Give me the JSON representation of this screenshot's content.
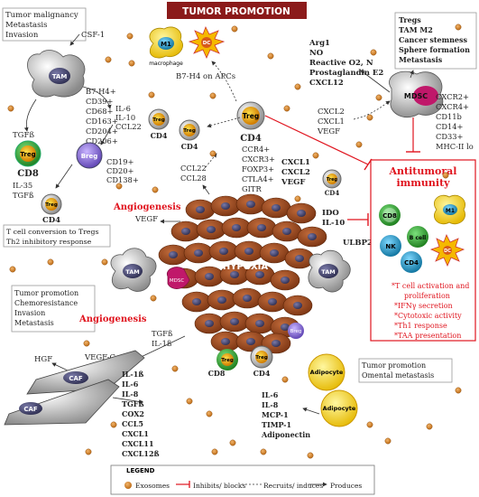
{
  "title": "TUMOR PROMOTION",
  "tam_box": [
    "Tumor malignancy",
    "Metastasis",
    "Invasion"
  ],
  "csf1": "CSF-1",
  "tam_label": "TAM",
  "tam_markers": [
    "B7-H4+",
    "CD39+",
    "CD68+",
    "CD163+",
    "CD204+",
    "CD206+"
  ],
  "tgfb_left": "TGFß",
  "treg": "Treg",
  "cd8": "CD8",
  "cd4": "CD4",
  "breg": "Breg",
  "breg_cytokines": [
    "IL-6",
    "IL-10",
    "CCL22"
  ],
  "breg_markers": [
    "CD19+",
    "CD20+",
    "CD138+"
  ],
  "il35": [
    "IL-35",
    "TGFß"
  ],
  "tcell_box": [
    "T cell conversion to Tregs",
    "Th2 inhibitory response"
  ],
  "m1_macrophage": [
    "M1",
    "macrophage"
  ],
  "dc": "DC",
  "b7h4_apc": "B7-H4 on APCs",
  "treg_markers": [
    "CCR4+",
    "CXCR3+",
    "FOXP3+",
    "CTLA4+",
    "GITR"
  ],
  "ccl_list": [
    "CCL22",
    "CCL28"
  ],
  "angiogenesis": "Angiogenesis",
  "vegf": "VEGF",
  "mdsc_factors": [
    "Arg1",
    "NO",
    "Reactive O2, N",
    "Prostaglandin E2",
    "CXCL12"
  ],
  "mdsc_box": [
    "Tregs",
    "TAM M2",
    "Cancer stemness",
    "Sphere formation",
    "Metastasis"
  ],
  "mdsc": "MDSC",
  "mdsc_markers": [
    "CXCR2+",
    "CXCR4+",
    "CD11b",
    "CD14+",
    "CD33+",
    "MHC-II lo"
  ],
  "mdsc_recruit": [
    "CXCL2",
    "CXCL1",
    "VEGF"
  ],
  "tumor_chemokines": [
    "CXCL1",
    "CXCL2",
    "VEGF"
  ],
  "ido": [
    "IDO",
    "IL-10"
  ],
  "ulbp2": "ULBP2",
  "hypoxia": "HYPOXIA",
  "antitumoral": [
    "Antitumoral",
    "immunity"
  ],
  "immune_cells": {
    "cd8": "CD8",
    "nk": "NK",
    "bcell": "B cell",
    "cd4": "CD4",
    "m1": "M1",
    "dc": "DC"
  },
  "immunity_list": [
    "*T cell activation and",
    "proliferation",
    "*IFNγ secretion",
    "*Cytotoxic activity",
    "*Th1 response",
    "*TAA presentation"
  ],
  "caf_box": [
    "Tumor promotion",
    "Chemoresistance",
    "Invasion",
    "Metastasis"
  ],
  "angiogenesis2": "Angiogenesis",
  "hgf": "HGF",
  "vegfc": "VEGF-C",
  "tgf_il1": [
    "TGFß",
    "IL-1ß"
  ],
  "caf": "CAF",
  "caf_cytokines": [
    "IL-1ß",
    "IL-6",
    "IL-8",
    "TGFß",
    "COX2",
    "CCL5",
    "CXCL1",
    "CXCL11",
    "CXCL12ß"
  ],
  "adipocyte": "Adipocyte",
  "adipo_box": [
    "Tumor promotion",
    "Omental metastasis"
  ],
  "adipo_cytokines": [
    "IL-6",
    "IL-8",
    "MCP-1",
    "TIMP-1",
    "Adiponectin"
  ],
  "mdsc_small": "MDSC",
  "breg_small": "Breg",
  "legend": {
    "title": "LEGEND",
    "exosomes": "Exosomes",
    "inhibits": "Inhibits/ blocks",
    "recruits": "Recruits/ induces",
    "produces": "Produces"
  },
  "colors": {
    "accent_red": "#e0141e",
    "title_bg": "#8b1a1a",
    "tumor": "#a0522d"
  }
}
